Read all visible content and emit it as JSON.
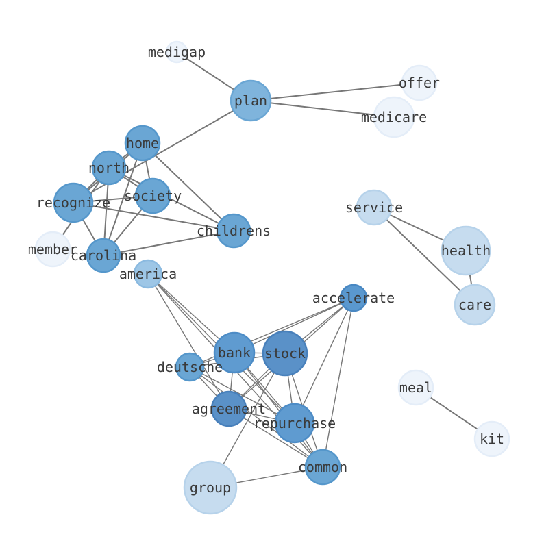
{
  "nodes": [
    {
      "id": "medigap",
      "label": "medigap",
      "fill": "#eef4fb",
      "stroke": "#e4edf8"
    },
    {
      "id": "plan",
      "label": "plan",
      "fill": "#7fb4dc",
      "stroke": "#6aa6d4"
    },
    {
      "id": "offer",
      "label": "offer",
      "fill": "#eef4fb",
      "stroke": "#e4edf8"
    },
    {
      "id": "medicare",
      "label": "medicare",
      "fill": "#eef4fb",
      "stroke": "#e4edf8"
    },
    {
      "id": "home",
      "label": "home",
      "fill": "#6aa6d4",
      "stroke": "#5597cb"
    },
    {
      "id": "north",
      "label": "north",
      "fill": "#6aa6d4",
      "stroke": "#5597cb"
    },
    {
      "id": "recognize",
      "label": "recognize",
      "fill": "#6aa6d4",
      "stroke": "#5597cb"
    },
    {
      "id": "society",
      "label": "society",
      "fill": "#6aa6d4",
      "stroke": "#5597cb"
    },
    {
      "id": "childrens",
      "label": "childrens",
      "fill": "#6aa6d4",
      "stroke": "#5597cb"
    },
    {
      "id": "member",
      "label": "member",
      "fill": "#eef4fb",
      "stroke": "#e4edf8"
    },
    {
      "id": "carolina",
      "label": "carolina",
      "fill": "#6aa6d4",
      "stroke": "#5597cb"
    },
    {
      "id": "america",
      "label": "america",
      "fill": "#9dc6e6",
      "stroke": "#8bbae0"
    },
    {
      "id": "service",
      "label": "service",
      "fill": "#c6dcef",
      "stroke": "#b6d2ea"
    },
    {
      "id": "health",
      "label": "health",
      "fill": "#c6dcef",
      "stroke": "#b6d2ea"
    },
    {
      "id": "care",
      "label": "care",
      "fill": "#c6dcef",
      "stroke": "#b6d2ea"
    },
    {
      "id": "accelerate",
      "label": "accelerate",
      "fill": "#5a98cf",
      "stroke": "#4887c2"
    },
    {
      "id": "bank",
      "label": "bank",
      "fill": "#5f9bd0",
      "stroke": "#4d8cc6"
    },
    {
      "id": "stock",
      "label": "stock",
      "fill": "#5a91c8",
      "stroke": "#4880bb"
    },
    {
      "id": "deutsche",
      "label": "deutsche",
      "fill": "#6aa6d4",
      "stroke": "#5597cb"
    },
    {
      "id": "agreement",
      "label": "agreement",
      "fill": "#5a91c8",
      "stroke": "#4880bb"
    },
    {
      "id": "repurchase",
      "label": "repurchase",
      "fill": "#5f9bd0",
      "stroke": "#4d8cc6"
    },
    {
      "id": "common",
      "label": "common",
      "fill": "#6aa6d4",
      "stroke": "#5597cb"
    },
    {
      "id": "group",
      "label": "group",
      "fill": "#c6dcef",
      "stroke": "#b6d2ea"
    },
    {
      "id": "meal",
      "label": "meal",
      "fill": "#eef4fb",
      "stroke": "#e4edf8"
    },
    {
      "id": "kit",
      "label": "kit",
      "fill": "#eef4fb",
      "stroke": "#e4edf8"
    }
  ],
  "edges": [
    {
      "source": "medigap",
      "target": "plan"
    },
    {
      "source": "plan",
      "target": "offer"
    },
    {
      "source": "plan",
      "target": "medicare"
    },
    {
      "source": "plan",
      "target": "recognize"
    },
    {
      "source": "home",
      "target": "north"
    },
    {
      "source": "home",
      "target": "recognize"
    },
    {
      "source": "home",
      "target": "society"
    },
    {
      "source": "home",
      "target": "childrens"
    },
    {
      "source": "home",
      "target": "carolina"
    },
    {
      "source": "north",
      "target": "recognize"
    },
    {
      "source": "north",
      "target": "society"
    },
    {
      "source": "north",
      "target": "childrens"
    },
    {
      "source": "north",
      "target": "carolina"
    },
    {
      "source": "north",
      "target": "member"
    },
    {
      "source": "recognize",
      "target": "society"
    },
    {
      "source": "recognize",
      "target": "childrens"
    },
    {
      "source": "recognize",
      "target": "carolina"
    },
    {
      "source": "society",
      "target": "carolina"
    },
    {
      "source": "childrens",
      "target": "carolina"
    },
    {
      "source": "service",
      "target": "health"
    },
    {
      "source": "service",
      "target": "care"
    },
    {
      "source": "health",
      "target": "care"
    },
    {
      "source": "america",
      "target": "bank"
    },
    {
      "source": "america",
      "target": "repurchase"
    },
    {
      "source": "america",
      "target": "agreement"
    },
    {
      "source": "america",
      "target": "common"
    },
    {
      "source": "accelerate",
      "target": "bank"
    },
    {
      "source": "accelerate",
      "target": "stock"
    },
    {
      "source": "accelerate",
      "target": "deutsche"
    },
    {
      "source": "accelerate",
      "target": "agreement"
    },
    {
      "source": "accelerate",
      "target": "repurchase"
    },
    {
      "source": "accelerate",
      "target": "common"
    },
    {
      "source": "bank",
      "target": "stock"
    },
    {
      "source": "bank",
      "target": "deutsche"
    },
    {
      "source": "bank",
      "target": "agreement"
    },
    {
      "source": "bank",
      "target": "repurchase"
    },
    {
      "source": "bank",
      "target": "common"
    },
    {
      "source": "stock",
      "target": "deutsche"
    },
    {
      "source": "stock",
      "target": "agreement"
    },
    {
      "source": "stock",
      "target": "repurchase"
    },
    {
      "source": "stock",
      "target": "common"
    },
    {
      "source": "stock",
      "target": "group"
    },
    {
      "source": "deutsche",
      "target": "agreement"
    },
    {
      "source": "deutsche",
      "target": "repurchase"
    },
    {
      "source": "deutsche",
      "target": "common"
    },
    {
      "source": "agreement",
      "target": "repurchase"
    },
    {
      "source": "agreement",
      "target": "common"
    },
    {
      "source": "repurchase",
      "target": "common"
    },
    {
      "source": "common",
      "target": "group"
    },
    {
      "source": "meal",
      "target": "kit"
    }
  ]
}
